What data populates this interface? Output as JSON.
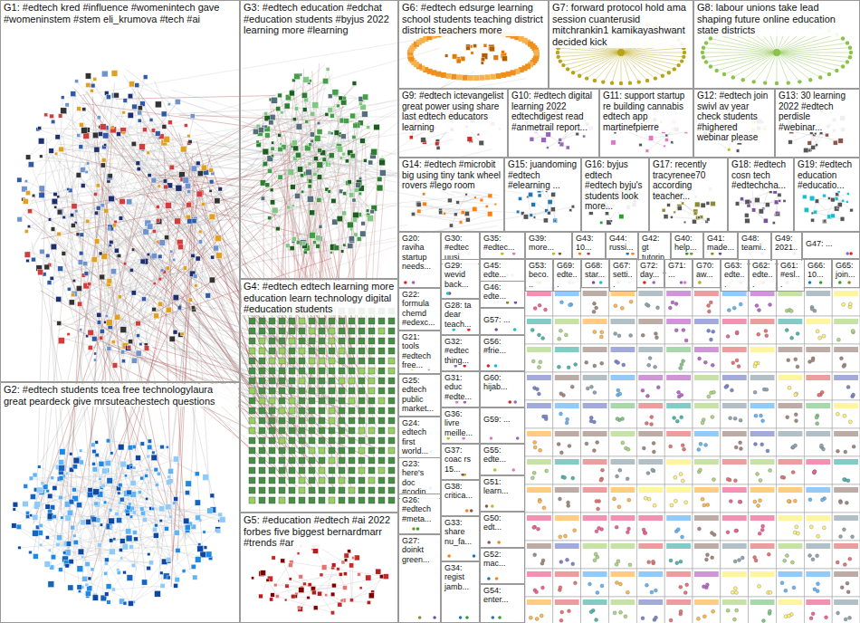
{
  "diagram": {
    "nodes": [
      {
        "text": [
          "G1: #edtech kred #influence #womenintech gave #womeninstem #stem eli_krumova #tech #ai"
        ]
      },
      {
        "text": [
          "G3: #edtech education #edchat #education students #byjus 2022 learning more #learning"
        ]
      },
      {
        "text": [
          "G6: #edtech edsurge learning school students teaching district districts teachers more"
        ]
      },
      {
        "text": [
          "G7: forward protocol hold ama session cuanterusid mitchrankin1 kamikayashwant decided kick"
        ]
      },
      {
        "text": [
          "G8: labour unions take lead shaping future online education state districts"
        ]
      },
      {
        "text": [
          "G9: #edtech ictevangelist great power using share last edtech educators learning"
        ]
      },
      {
        "text": [
          "G10: #edtech digital learning 2022 edtechdigest read #anmetrail report..."
        ]
      },
      {
        "text": [
          "G11: support startup re building cannabis edtech app martinefpierre"
        ]
      },
      {
        "text": [
          "G12: #edtech join swivl av year check students #highered webinar please"
        ]
      },
      {
        "text": [
          "G13: 30 learning 2022 #edtech perdisle #webinar..."
        ]
      },
      {
        "text": [
          "G14: #edtech #microbit big using tiny tank wheel rovers #lego room"
        ]
      },
      {
        "text": [
          "G15: juandoming #edtech #elearning ..."
        ]
      },
      {
        "text": [
          "G16: byjus edtech #edtech byju's students look more..."
        ]
      },
      {
        "text": [
          "G17: recently tracyrenee70 according teacher..."
        ]
      },
      {
        "text": [
          "G18: #edtech cosn tech #edtechcha..."
        ]
      },
      {
        "text": [
          "G19: #edtech education #educatio..."
        ]
      },
      {
        "text": [
          "G20: raviha startup needs..."
        ]
      },
      {
        "text": [
          "G30: #edtec uusi..."
        ]
      },
      {
        "text": [
          "G35: #edtec..."
        ]
      },
      {
        "text": [
          "G39: more..."
        ]
      },
      {
        "text": [
          "G43: 10..."
        ]
      },
      {
        "text": [
          "G44: russi..."
        ]
      },
      {
        "text": [
          "G42: gt tutorin..."
        ]
      },
      {
        "text": [
          "G40: help..."
        ]
      },
      {
        "text": [
          "G41: made..."
        ]
      },
      {
        "text": [
          "G48: teami..."
        ]
      },
      {
        "text": [
          "G49: 2021..."
        ]
      },
      {
        "text": [
          "G47: ..."
        ]
      },
      {
        "text": [
          "G4: #edtech edtech learning more education learn technology digital #education students"
        ]
      },
      {
        "text": [
          "G22: formula chemd #edexc..."
        ]
      },
      {
        "text": [
          "G21: tools #edtech free..."
        ]
      },
      {
        "text": [
          "G25: edtech public market..."
        ]
      },
      {
        "text": [
          "G24: edtech first world..."
        ]
      },
      {
        "text": [
          "G23: here's doc #codin..."
        ]
      },
      {
        "text": [
          "G26: #edtech #meta..."
        ]
      },
      {
        "text": [
          "G27: doinkt green..."
        ]
      },
      {
        "text": [
          "G29: wevid back..."
        ]
      },
      {
        "text": [
          "G28: ta dear teach..."
        ]
      },
      {
        "text": [
          "G32: #edtec thing..."
        ]
      },
      {
        "text": [
          "G31: educ #edte..."
        ]
      },
      {
        "text": [
          "G36: livre meille..."
        ]
      },
      {
        "text": [
          "G37: coac rs 15..."
        ]
      },
      {
        "text": [
          "G38: critica..."
        ]
      },
      {
        "text": [
          "G33: share nu_fa..."
        ]
      },
      {
        "text": [
          "G34: regist jamb..."
        ]
      },
      {
        "text": [
          "G45: edte..."
        ]
      },
      {
        "text": [
          "G46: edte..."
        ]
      },
      {
        "text": [
          "G57: ..."
        ]
      },
      {
        "text": [
          "G56: #frie..."
        ]
      },
      {
        "text": [
          "G60: hijab..."
        ]
      },
      {
        "text": [
          "G59: ..."
        ]
      },
      {
        "text": [
          "G55: edte..."
        ]
      },
      {
        "text": [
          "G51: learn..."
        ]
      },
      {
        "text": [
          "G50: edt..."
        ]
      },
      {
        "text": [
          "G52: mac..."
        ]
      },
      {
        "text": [
          "G54: enter..."
        ]
      },
      {
        "text": [
          "G53: beco..."
        ]
      },
      {
        "text": [
          "G69: edte..."
        ]
      },
      {
        "text": [
          "G68: star..."
        ]
      },
      {
        "text": [
          "G67: setti..."
        ]
      },
      {
        "text": [
          "G72: day..."
        ]
      },
      {
        "text": [
          "G71: ..."
        ]
      },
      {
        "text": [
          "G70: aw..."
        ]
      },
      {
        "text": [
          "G63: edte..."
        ]
      },
      {
        "text": [
          "G62: edte..."
        ]
      },
      {
        "text": [
          "G61: #esl..."
        ]
      },
      {
        "text": [
          "G66: 10..."
        ]
      },
      {
        "text": [
          "G65: join..."
        ]
      },
      {
        "text": [
          "G2: #edtech students tcea free technologylaura great peardeck give mrsuteachestech questions"
        ]
      },
      {
        "text": [
          "G5: #education #edtech #ai 2022 forbes five biggest bernardmarr #trends #ar"
        ]
      }
    ]
  }
}
